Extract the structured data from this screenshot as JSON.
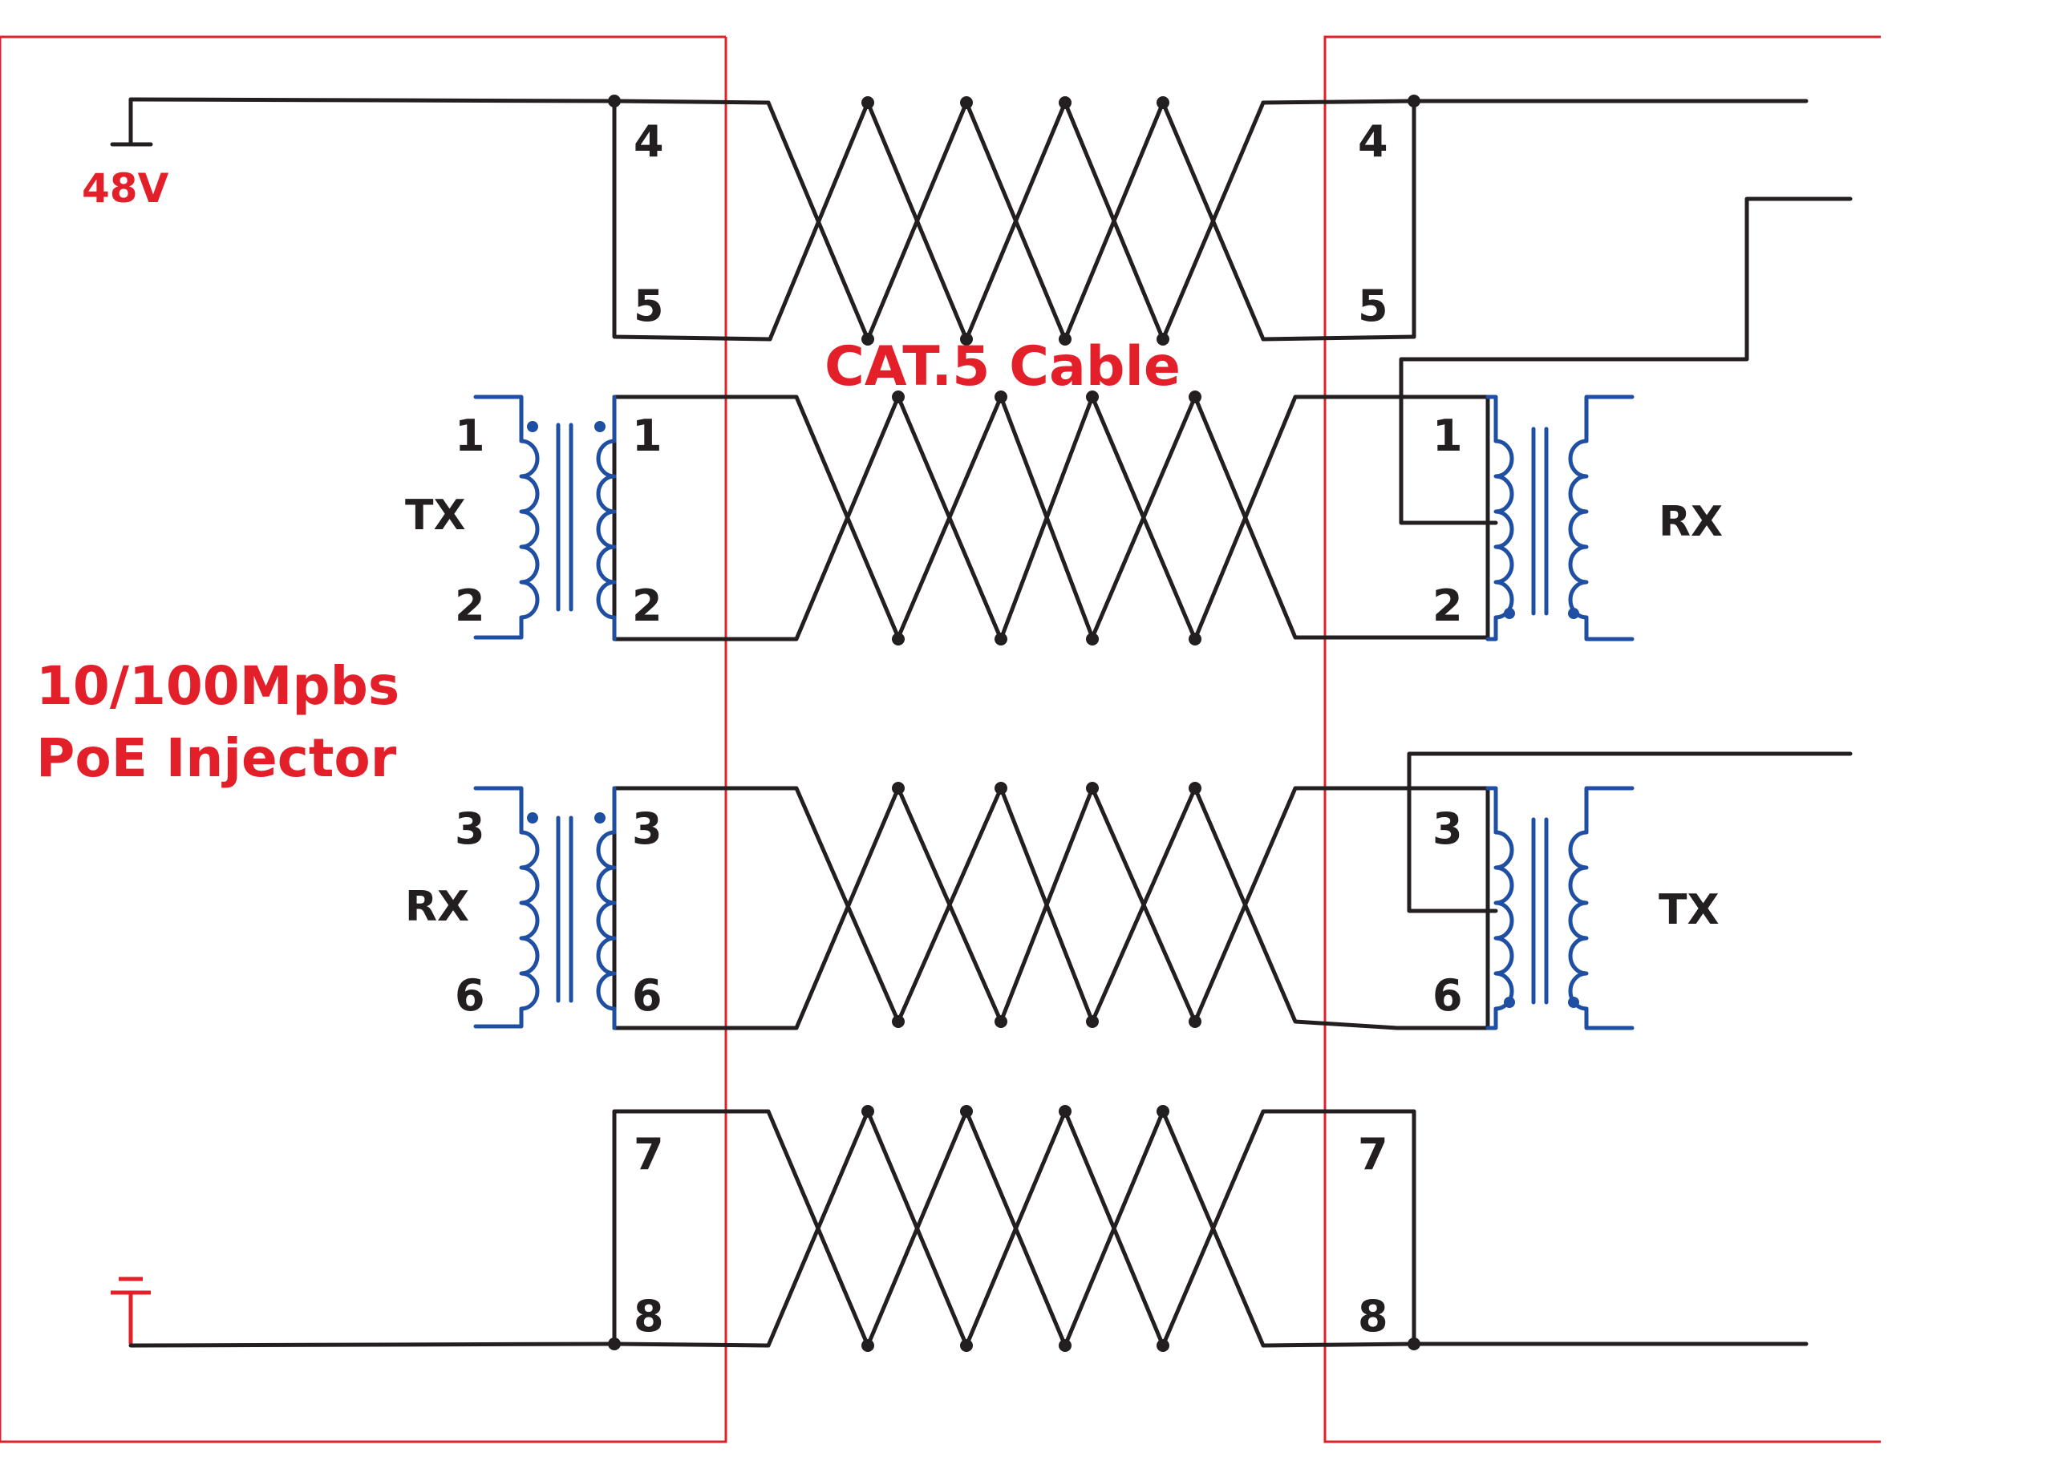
{
  "labels": {
    "voltage": "48V",
    "cable": "CAT.5 Cable",
    "device_line1": "10/100Mpbs",
    "device_line2": "PoE Injector",
    "left_tx": "TX",
    "left_rx": "RX",
    "right_rx": "RX",
    "right_tx": "TX"
  },
  "left_pins": {
    "p4": "4",
    "p5": "5",
    "p1_outer": "1",
    "p1_inner": "1",
    "p2_outer": "2",
    "p2_inner": "2",
    "p3_outer": "3",
    "p3_inner": "3",
    "p6_outer": "6",
    "p6_inner": "6",
    "p7": "7",
    "p8": "8"
  },
  "right_pins": {
    "p4": "4",
    "p5": "5",
    "p1": "1",
    "p2": "2",
    "p3": "3",
    "p6": "6",
    "p7": "7",
    "p8": "8"
  },
  "colors": {
    "wire": "#231f20",
    "frame": "#e3202a",
    "transformer": "#1f4fa3",
    "label_red": "#e3202a"
  }
}
